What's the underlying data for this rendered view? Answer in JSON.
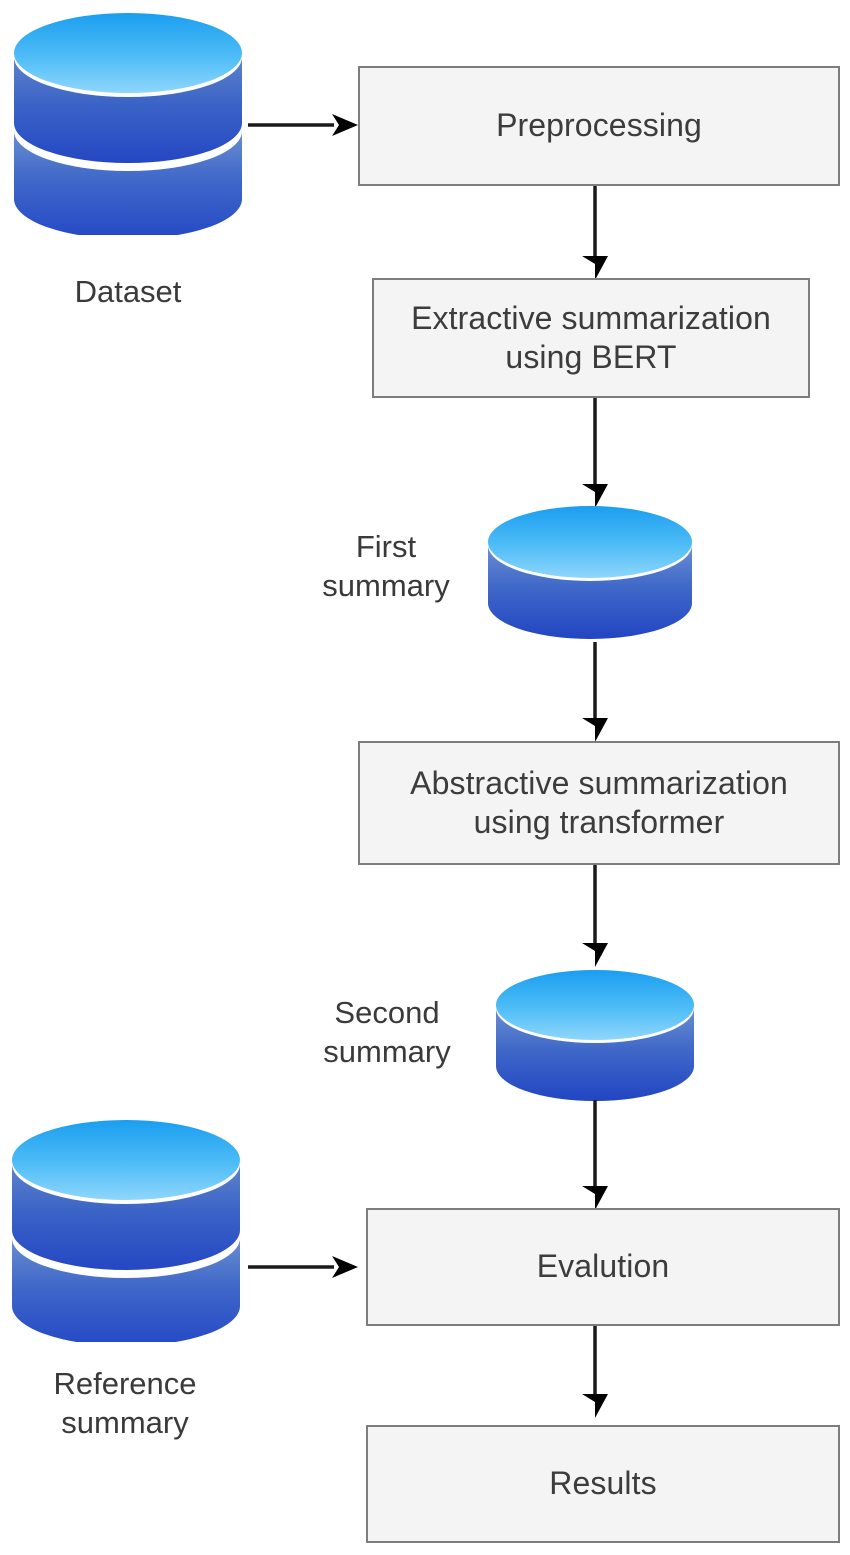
{
  "diagram": {
    "title": "Text summarization pipeline flowchart",
    "type": "flowchart",
    "background_color": "#ffffff",
    "box_fill_color": "#f4f4f4",
    "box_border_color": "#7d7d7d",
    "text_color": "#3c3c3c",
    "cylinder_top_color": "#29a8f0",
    "cylinder_body_color": "#2952c8",
    "arrow_color": "#1a1a1a"
  },
  "nodes": {
    "dataset": {
      "label": "Dataset",
      "shape": "cylinder-stacked"
    },
    "preprocessing": {
      "label": "Preprocessing",
      "shape": "process-box"
    },
    "extractive": {
      "label": "Extractive summarization\nusing BERT",
      "shape": "process-box"
    },
    "first_summary": {
      "label": "First\nsummary",
      "shape": "cylinder-single"
    },
    "abstractive": {
      "label": "Abstractive summarization\nusing transformer",
      "shape": "process-box"
    },
    "second_summary": {
      "label": "Second\nsummary",
      "shape": "cylinder-single"
    },
    "reference_summary": {
      "label": "Reference\nsummary",
      "shape": "cylinder-stacked"
    },
    "evaluation": {
      "label": "Evalution",
      "shape": "process-box"
    },
    "results": {
      "label": "Results",
      "shape": "process-box"
    }
  },
  "edges": [
    {
      "from": "dataset",
      "to": "preprocessing",
      "direction": "right"
    },
    {
      "from": "preprocessing",
      "to": "extractive",
      "direction": "down"
    },
    {
      "from": "extractive",
      "to": "first_summary",
      "direction": "down"
    },
    {
      "from": "first_summary",
      "to": "abstractive",
      "direction": "down"
    },
    {
      "from": "abstractive",
      "to": "second_summary",
      "direction": "down"
    },
    {
      "from": "second_summary",
      "to": "evaluation",
      "direction": "down"
    },
    {
      "from": "reference_summary",
      "to": "evaluation",
      "direction": "right"
    },
    {
      "from": "evaluation",
      "to": "results",
      "direction": "down"
    }
  ]
}
